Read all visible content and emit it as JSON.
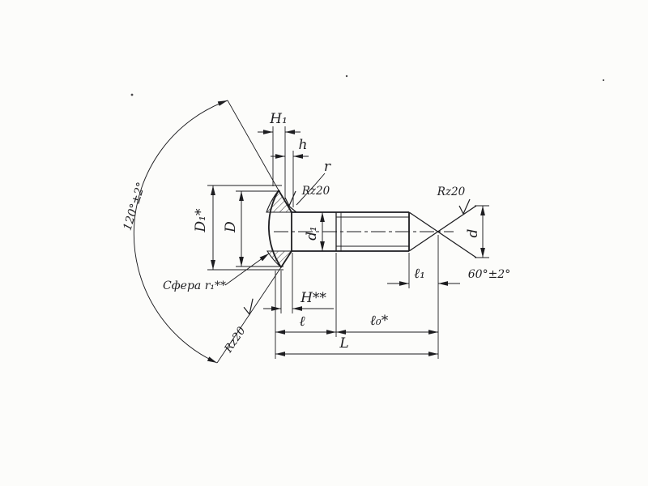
{
  "drawing": {
    "type": "technical-drawing",
    "subject": "countersunk oval-head screw with cone point",
    "colors": {
      "ink": "#1d1d20",
      "paper": "#fcfcfa"
    },
    "labels": {
      "H1": "H₁",
      "h": "h",
      "r": "r",
      "rz_head": "Rz20",
      "rz_tip": "Rz20",
      "rz_flank": "Rz20",
      "D1": "D₁*",
      "D": "D",
      "d1": "d₁",
      "d": "d",
      "sphere": "Сфера r₁**",
      "angle_head": "120°±2°",
      "angle_tip": "60°±2°",
      "l1": "ℓ₁",
      "H": "H**",
      "l": "ℓ",
      "l0": "ℓ₀*",
      "L": "L"
    }
  }
}
